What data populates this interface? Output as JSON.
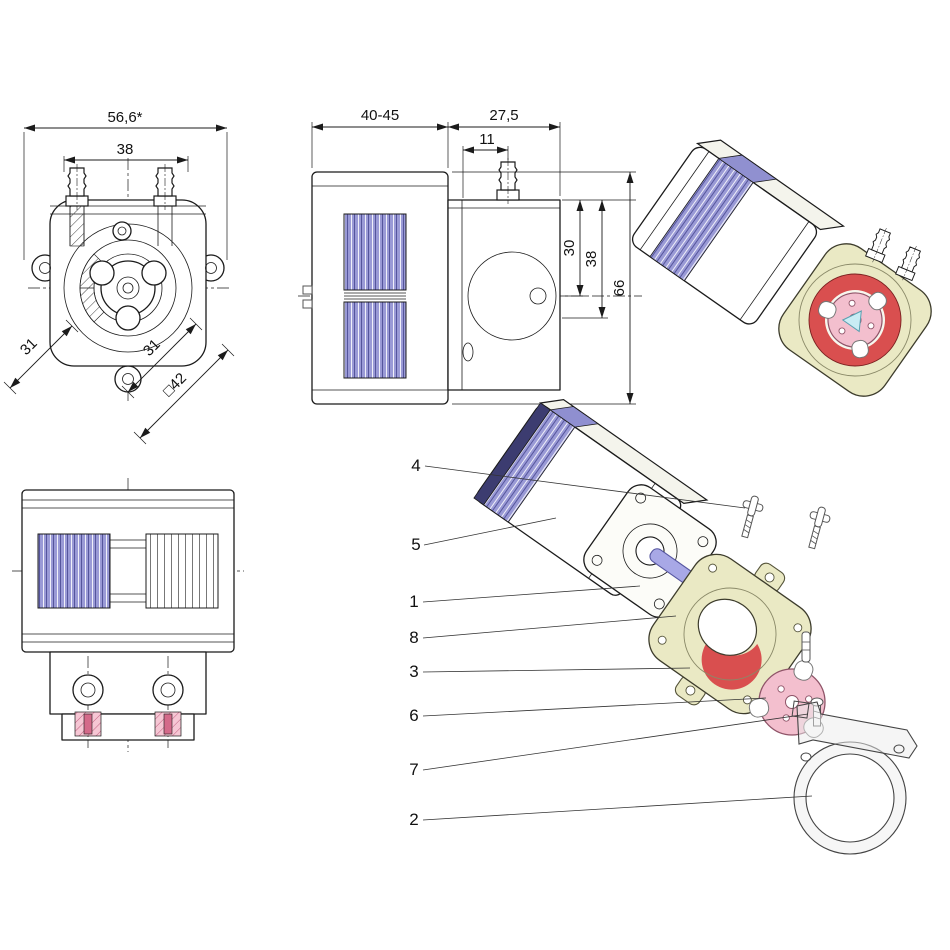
{
  "dims": {
    "front_total_width": "56,6*",
    "front_port_spacing": "38",
    "front_diag_left": "31",
    "front_diag_right": "31",
    "front_square": "□42",
    "side_body_length": "40-45",
    "side_head_length": "27,5",
    "side_port_offset": "11",
    "side_height_30": "30",
    "side_height_38": "38",
    "side_height_66": "66"
  },
  "parts": [
    "4",
    "5",
    "1",
    "8",
    "3",
    "6",
    "7",
    "2"
  ],
  "colors": {
    "coil": "#9090d0",
    "housing": "#eae9c4",
    "rotor": "#f3bfce",
    "tube_channel": "#d94f4f",
    "shaft": "#a8a8e6",
    "line": "#1b1b1b"
  }
}
